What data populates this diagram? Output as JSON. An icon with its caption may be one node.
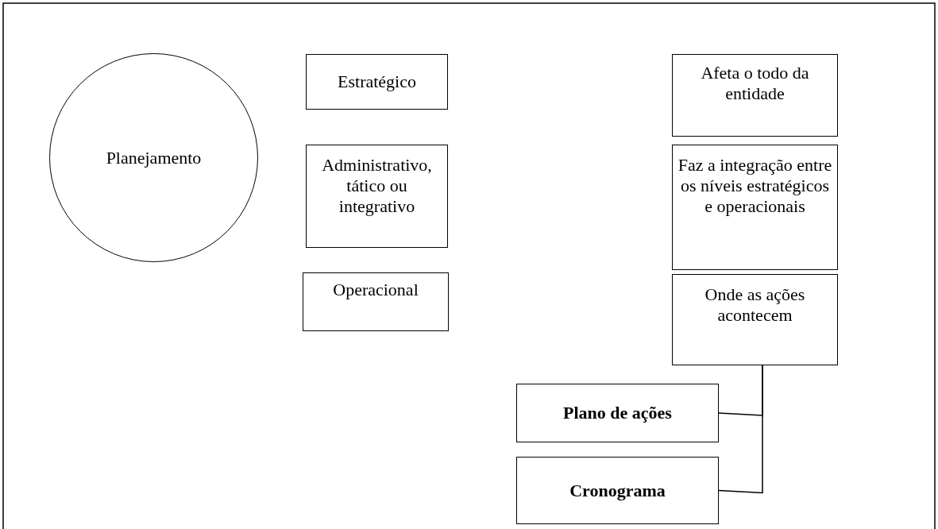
{
  "diagram": {
    "nodes": [
      {
        "text": [
          "Planejamento"
        ]
      },
      {
        "text": [
          "Estratégico"
        ]
      },
      {
        "text": [
          "Administrativo, tático ou integrativo"
        ]
      },
      {
        "text": [
          "Operacional"
        ]
      },
      {
        "text": [
          "Afeta o todo da entidade"
        ]
      },
      {
        "text": [
          "Faz a integração entre os níveis estratégicos e operacionais"
        ]
      },
      {
        "text": [
          "Onde as ações acontecem"
        ]
      },
      {
        "text": [
          "Plano de ações"
        ]
      },
      {
        "text": [
          "Cronograma"
        ]
      }
    ],
    "edges": [
      {
        "from": 6,
        "to": 7,
        "arrow": "none"
      },
      {
        "from": 6,
        "to": 8,
        "arrow": "none"
      }
    ]
  }
}
